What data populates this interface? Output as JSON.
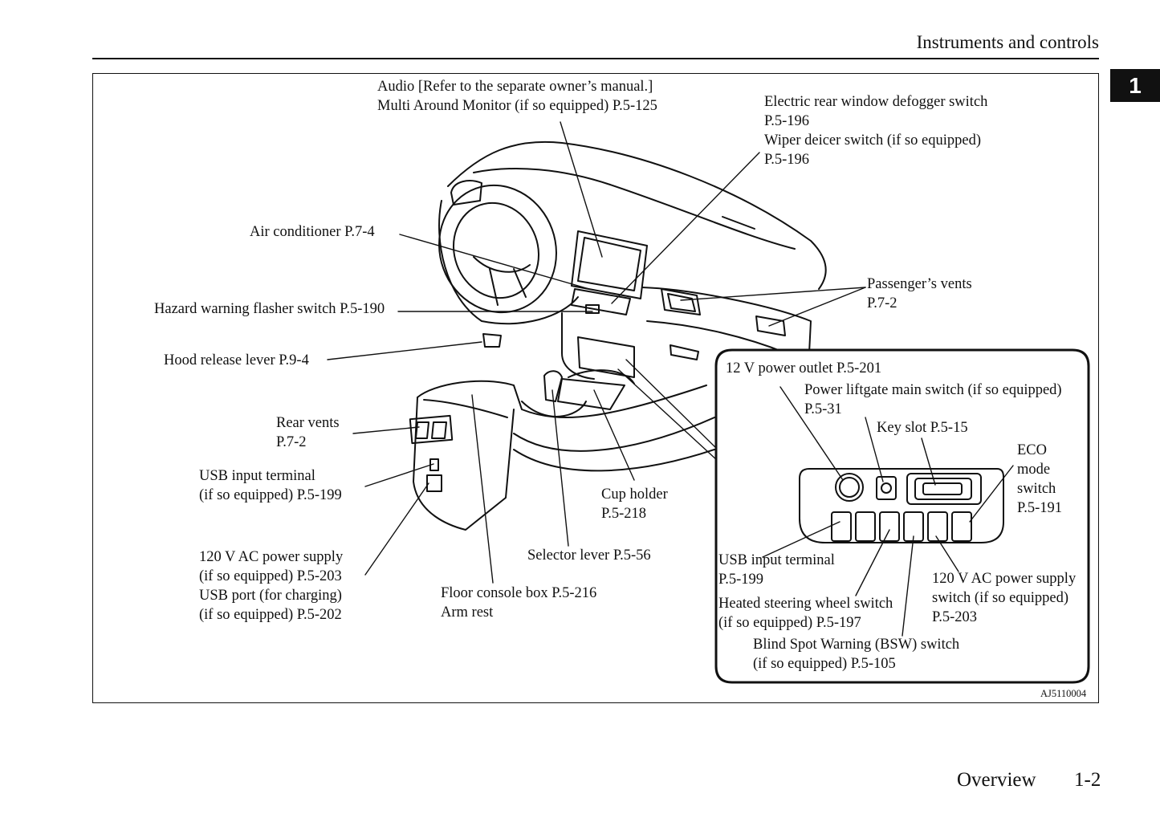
{
  "header": {
    "title": "Instruments and controls",
    "chapter_tab": "1"
  },
  "figure": {
    "code": "AJ5110004",
    "labels": {
      "audio_line1": "Audio [Refer to the separate owner’s manual.]",
      "audio_line2": "Multi Around Monitor (if so equipped) P.5-125",
      "defogger_line1": "Electric rear window defogger switch",
      "defogger_line2": "P.5-196",
      "defogger_line3": "Wiper deicer switch (if so equipped)",
      "defogger_line4": "P.5-196",
      "air_conditioner": "Air conditioner P.7-4",
      "passenger_vents_line1": "Passenger’s vents",
      "passenger_vents_line2": "P.7-2",
      "hazard": "Hazard warning flasher switch P.5-190",
      "hood_release": "Hood release lever P.9-4",
      "rear_vents_line1": "Rear vents",
      "rear_vents_line2": "P.7-2",
      "usb_rear_line1": "USB input terminal",
      "usb_rear_line2": "(if so equipped) P.5-199",
      "cup_holder_line1": "Cup holder",
      "cup_holder_line2": "P.5-218",
      "selector_lever": "Selector lever P.5-56",
      "ac_power_line1": "120 V AC power supply",
      "ac_power_line2": "(if so equipped) P.5-203",
      "ac_power_line3": "USB port (for charging)",
      "ac_power_line4": "(if so equipped) P.5-202",
      "console_line1": "Floor console box P.5-216",
      "console_line2": "Arm rest"
    },
    "inset": {
      "power_outlet": "12 V power outlet P.5-201",
      "liftgate_line1": "Power liftgate main switch (if so equipped)",
      "liftgate_line2": "P.5-31",
      "key_slot": "Key slot P.5-15",
      "eco_line1": "ECO",
      "eco_line2": "mode",
      "eco_line3": "switch",
      "eco_line4": "P.5-191",
      "usb_line1": "USB input terminal",
      "usb_line2": "P.5-199",
      "ac_switch_line1": "120 V AC power supply",
      "ac_switch_line2": "switch (if so equipped)",
      "ac_switch_line3": "P.5-203",
      "heated_line1": "Heated steering wheel switch",
      "heated_line2": "(if so equipped) P.5-197",
      "bsw_line1": "Blind Spot Warning (BSW) switch",
      "bsw_line2": "(if so equipped) P.5-105"
    }
  },
  "footer": {
    "section": "Overview",
    "page": "1-2"
  }
}
